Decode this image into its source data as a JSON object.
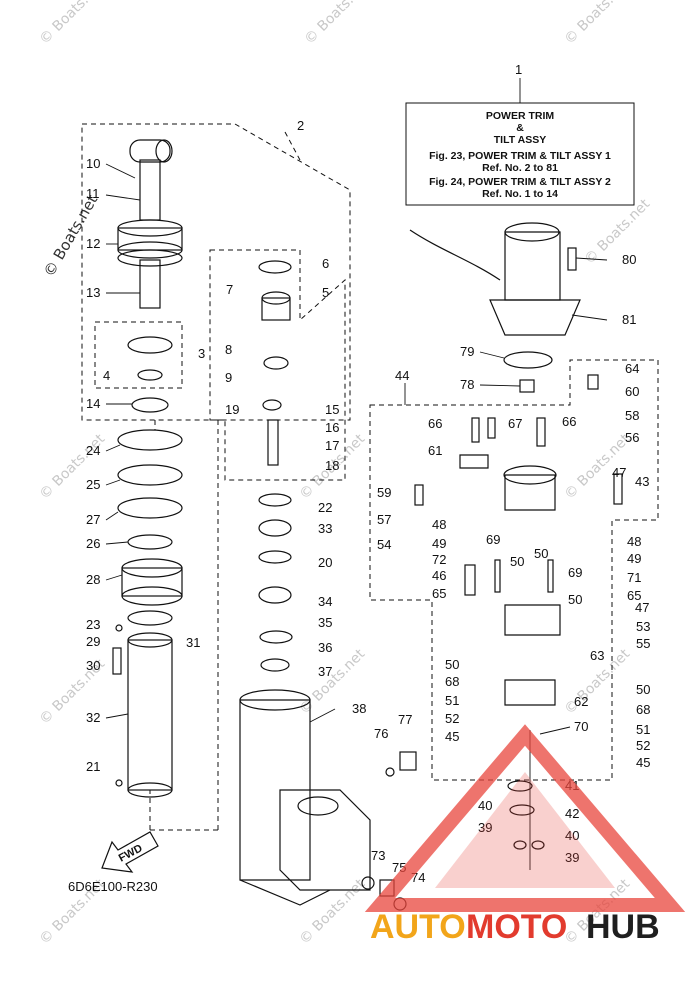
{
  "reference_box": {
    "ref_no": "1",
    "lines": [
      "POWER TRIM",
      "&",
      "TILT ASSY",
      "Fig. 23, POWER TRIM & TILT ASSY 1",
      "Ref. No. 2 to 81",
      "Fig. 24, POWER TRIM & TILT ASSY 2",
      "Ref. No. 1 to 14"
    ]
  },
  "diagram_code": "6D6E100-R230",
  "fwd_label": "FWD",
  "watermarks": [
    "© Boats.net"
  ],
  "logo": {
    "auto": "AUTO",
    "moto": "MOTO",
    "hub": "HUB",
    "colors": {
      "auto": "#f2a51a",
      "moto": "#e23b2e",
      "hub": "#1f1f1f",
      "triangle": "#e8453c"
    }
  },
  "callouts": [
    "2",
    "3",
    "4",
    "5",
    "6",
    "7",
    "8",
    "9",
    "10",
    "11",
    "12",
    "13",
    "14",
    "15",
    "16",
    "17",
    "18",
    "19",
    "20",
    "21",
    "22",
    "23",
    "24",
    "25",
    "26",
    "27",
    "28",
    "29",
    "30",
    "31",
    "32",
    "33",
    "34",
    "35",
    "36",
    "37",
    "38",
    "39",
    "39",
    "40",
    "40",
    "41",
    "42",
    "43",
    "44",
    "45",
    "45",
    "46",
    "47",
    "47",
    "48",
    "48",
    "49",
    "49",
    "50",
    "50",
    "50",
    "50",
    "50",
    "51",
    "51",
    "52",
    "52",
    "53",
    "54",
    "55",
    "56",
    "57",
    "58",
    "59",
    "60",
    "61",
    "62",
    "63",
    "64",
    "65",
    "65",
    "66",
    "66",
    "67",
    "68",
    "68",
    "69",
    "69",
    "70",
    "71",
    "72",
    "73",
    "74",
    "75",
    "76",
    "77",
    "78",
    "79",
    "80",
    "81"
  ]
}
